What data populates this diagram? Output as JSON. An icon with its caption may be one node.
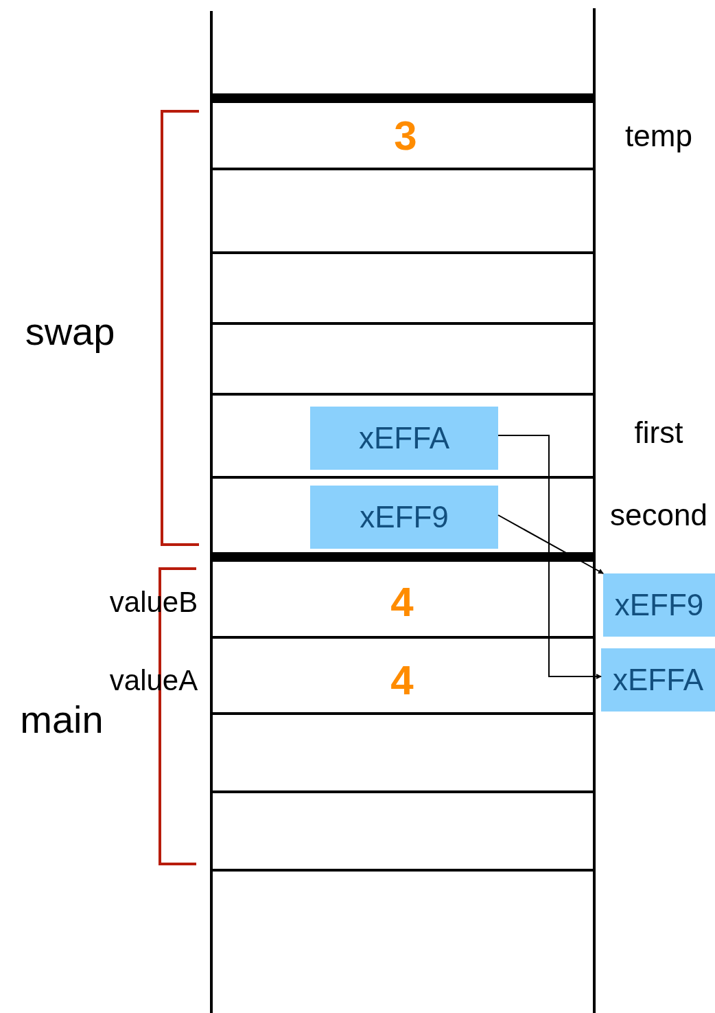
{
  "diagram": {
    "nodes": [
      {
        "text": [
          "xEFFA"
        ]
      },
      {
        "text": [
          "xEFF9"
        ]
      },
      {
        "text": [
          "xEFF9"
        ]
      },
      {
        "text": [
          "xEFFA"
        ]
      }
    ],
    "edges": [
      {
        "from": 0,
        "to": 3,
        "arrow": "to"
      },
      {
        "from": 1,
        "to": 2,
        "arrow": "to"
      }
    ],
    "labels": [
      "3",
      "temp",
      "swap",
      "first",
      "second",
      "valueB",
      "4",
      "valueA",
      "4",
      "main"
    ]
  }
}
